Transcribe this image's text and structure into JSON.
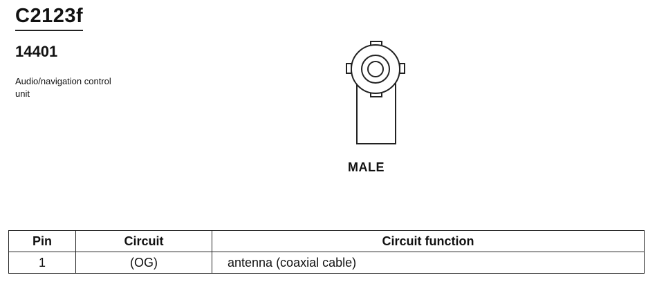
{
  "connector": {
    "id": "C2123f",
    "part_number": "14401",
    "description": "Audio/navigation control unit",
    "gender": "MALE"
  },
  "table": {
    "headers": {
      "pin": "Pin",
      "circuit": "Circuit",
      "function": "Circuit function"
    },
    "rows": [
      {
        "pin": "1",
        "circuit": "(OG)",
        "function": "antenna (coaxial cable)"
      }
    ]
  }
}
